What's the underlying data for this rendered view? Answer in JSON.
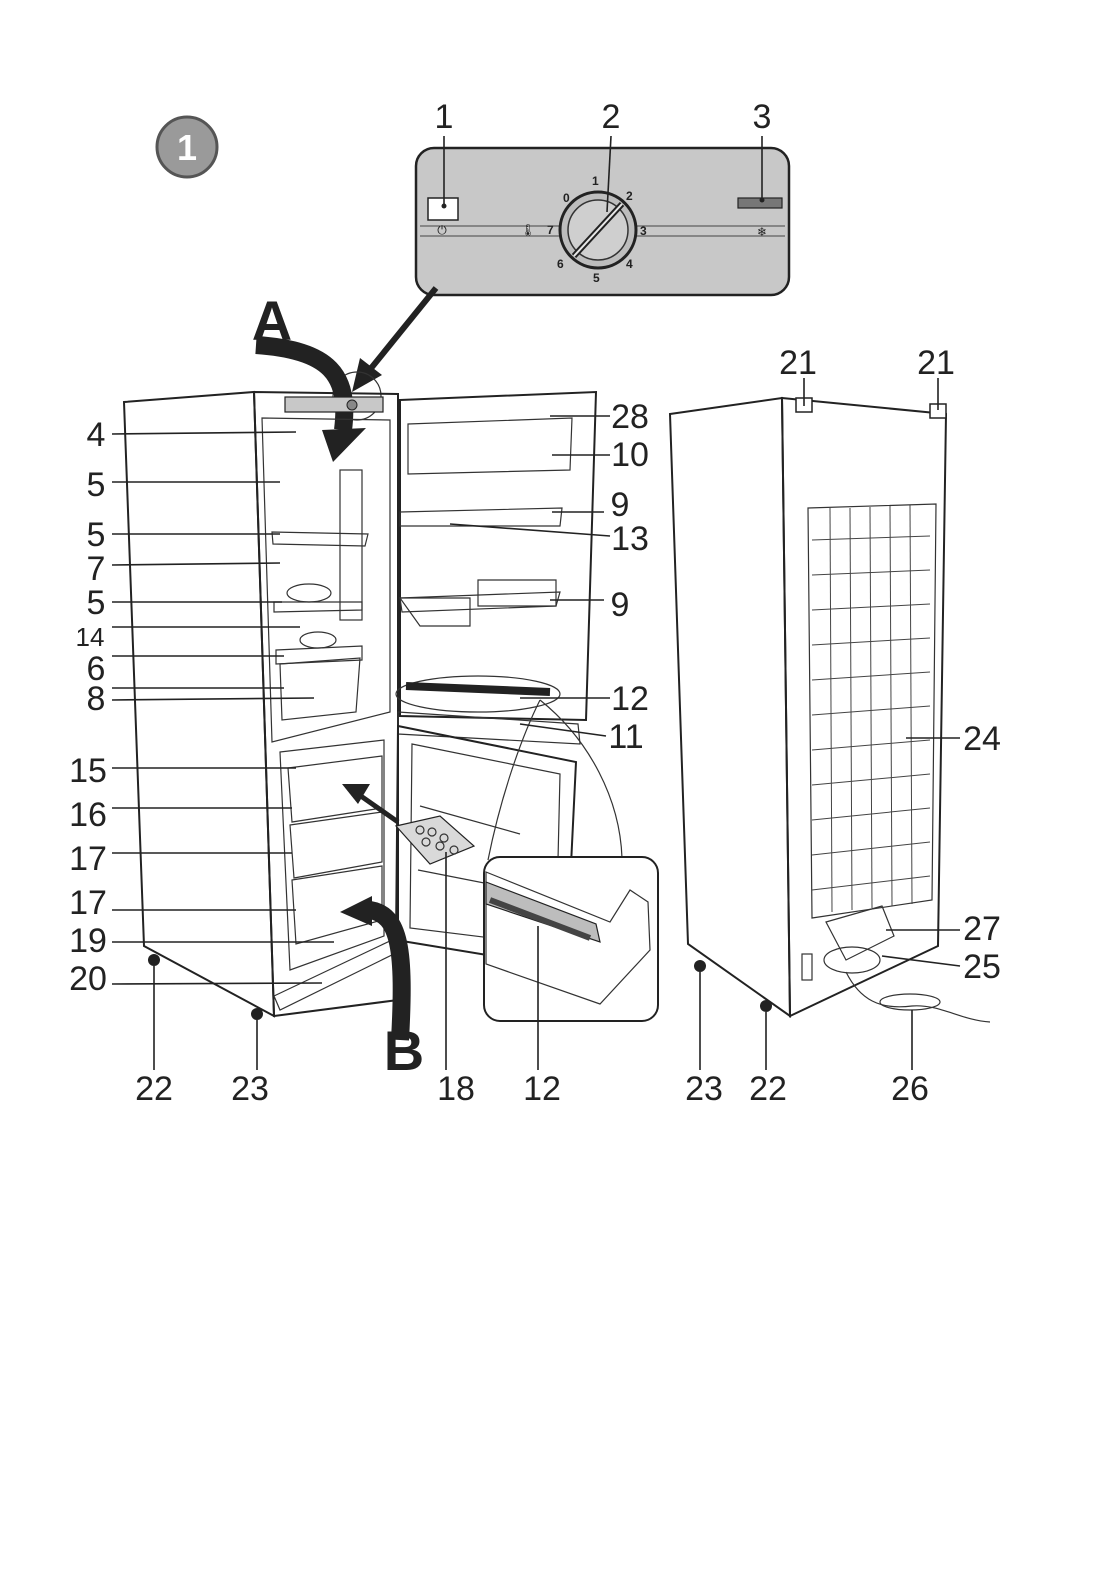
{
  "figure_badge": "1",
  "letters": {
    "a": "A",
    "b": "B"
  },
  "dial": {
    "marks": [
      "0",
      "1",
      "2",
      "3",
      "4",
      "5",
      "6",
      "7"
    ]
  },
  "panel_callouts": [
    "1",
    "2",
    "3"
  ],
  "callouts": {
    "c4": "4",
    "c5a": "5",
    "c5b": "5",
    "c7": "7",
    "c5c": "5",
    "c14": "14",
    "c6": "6",
    "c8": "8",
    "c15": "15",
    "c16": "16",
    "c17a": "17",
    "c17b": "17",
    "c19": "19",
    "c20": "20",
    "c22a": "22",
    "c23a": "23",
    "c18": "18",
    "c12b": "12",
    "c28": "28",
    "c10": "10",
    "c9a": "9",
    "c13": "13",
    "c9b": "9",
    "c12a": "12",
    "c11": "11",
    "c21a": "21",
    "c21b": "21",
    "c24": "24",
    "c27": "27",
    "c25": "25",
    "c23b": "23",
    "c22b": "22",
    "c26": "26"
  },
  "colors": {
    "line": "#222222",
    "panel": "#c8c8c8",
    "panel_light": "#d9d9d9",
    "badge": "#9a9a9a"
  }
}
